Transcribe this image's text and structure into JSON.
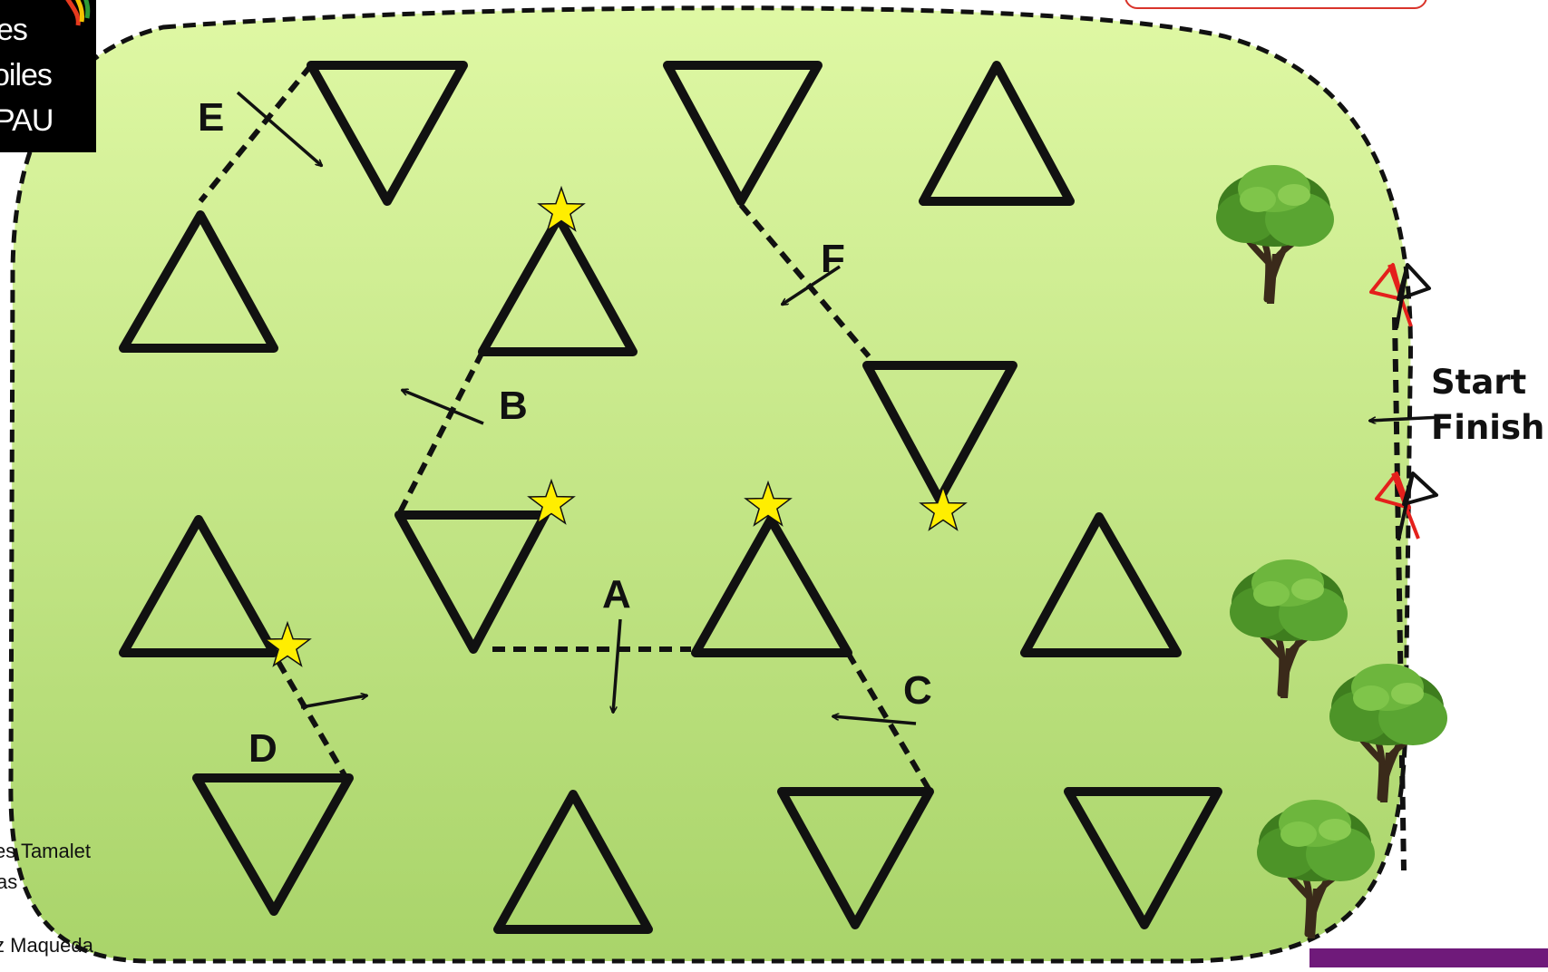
{
  "logo": {
    "line1": "es",
    "line2": "oiles",
    "line3": "PAU"
  },
  "credits": {
    "line1": "es Tamalet",
    "line2": "as",
    "line3": "z Maqueda"
  },
  "field": {
    "legs": [
      {
        "label": "A"
      },
      {
        "label": "B"
      },
      {
        "label": "C"
      },
      {
        "label": "D"
      },
      {
        "label": "E"
      },
      {
        "label": "F"
      }
    ],
    "start_label": "Start",
    "finish_label": "Finish"
  },
  "colors": {
    "field_top": "#dff8a4",
    "field_bottom": "#a9d46a",
    "outline": "#111111",
    "star": "#ffee00",
    "gate_red": "#e4201c",
    "accent_purple": "#6f1a7a"
  },
  "icons": [
    "triangle-up-icon",
    "triangle-down-icon",
    "star-icon",
    "tree-icon",
    "gate-flag-icon",
    "arrow-icon"
  ]
}
